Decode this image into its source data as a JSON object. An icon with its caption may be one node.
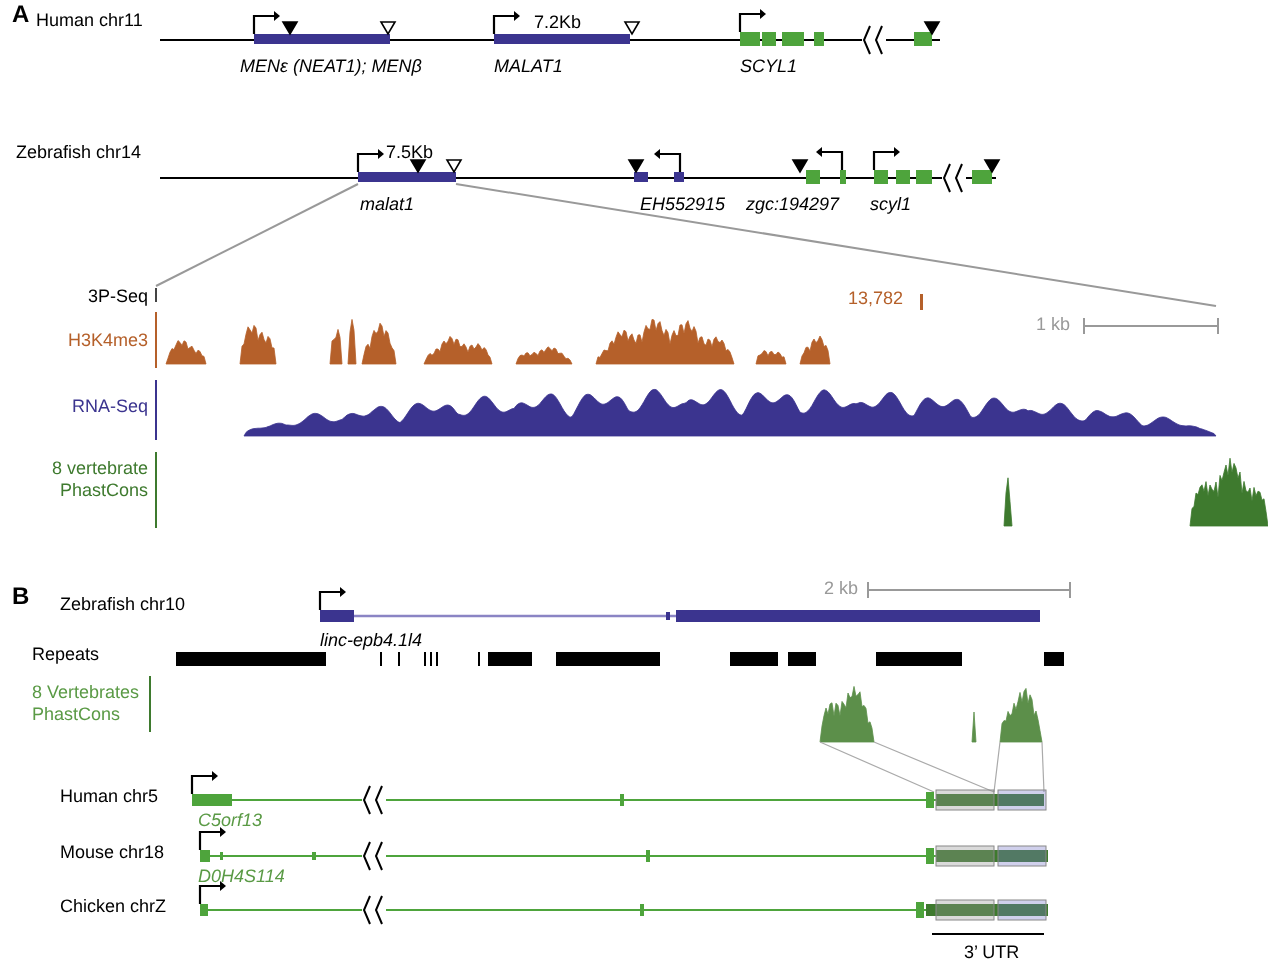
{
  "diagram": {
    "labels": [
      "A",
      "Human chr11",
      "7.2Kb",
      "MENε (NEAT1); MENβ",
      "MALAT1",
      "SCYL1",
      "Zebrafish chr14",
      "7.5Kb",
      "malat1",
      "EH552915",
      "zgc:194297",
      "scyl1",
      "3P-Seq",
      "13,782",
      "H3K4me3",
      "1 kb",
      "RNA-Seq",
      "8 vertebrate PhastCons",
      "B",
      "2 kb",
      "Zebrafish chr10",
      "linc-epb4.1l4",
      "Repeats",
      "8 Vertebrates PhastCons",
      "Human chr5",
      "C5orf13",
      "Mouse chr18",
      "D0H4S114",
      "Chicken chrZ",
      "3’ UTR"
    ]
  }
}
